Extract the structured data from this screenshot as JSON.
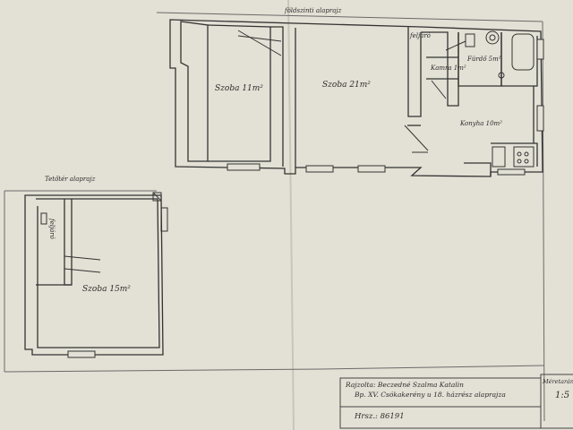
{
  "ground_floor": {
    "title": "földszinti alaprajz",
    "rooms": {
      "room_11": "Szoba 11m²",
      "room_21": "Szoba 21m²",
      "stairs": "feljáró",
      "pantry": "Kamra 1m²",
      "bathroom": "Fürdő 5m²",
      "kitchen": "Konyha 10m²"
    }
  },
  "attic": {
    "title": "Tetőtér alaprajz",
    "rooms": {
      "stairs": "feljáró",
      "room_15": "Szoba 15m²"
    }
  },
  "title_block": {
    "line1": "Rajzolta: Beczedné Szalma Katalin",
    "line2": "Bp. XV. Csókakerény u 18. házrész alaprajza",
    "lot": "Hrsz.: 86191",
    "scale_header": "Méretarány",
    "scale": "1:5"
  },
  "colors": {
    "paper": "#e6e3d8",
    "ink": "#2a2a2a",
    "background": "#cfcbc0"
  }
}
